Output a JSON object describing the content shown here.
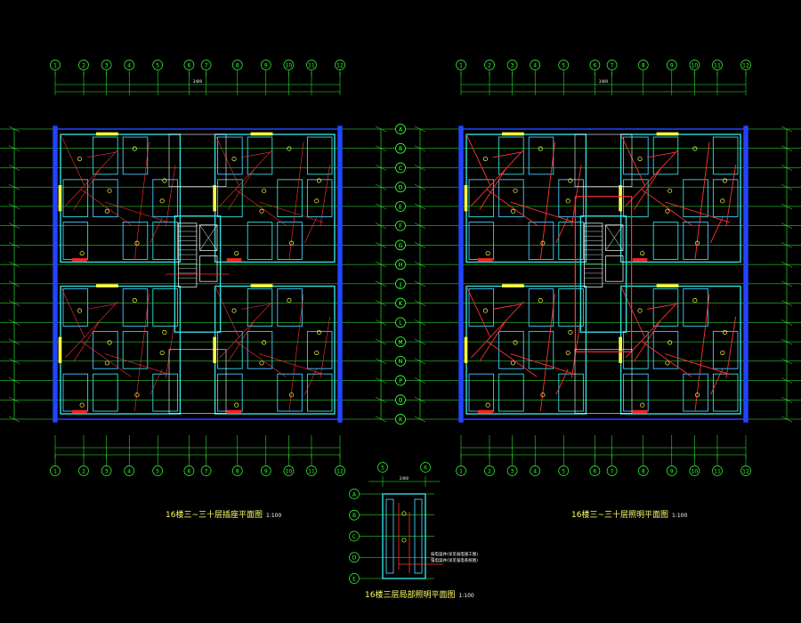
{
  "drawing": {
    "background": "#000000",
    "colors": {
      "grid": "#33ff33",
      "wall": "#33dddd",
      "wall_alt": "#44ccff",
      "circuit": "#ff3333",
      "fixture": "#ffff44",
      "text": "#ffffff",
      "border": "#2244ff"
    }
  },
  "plans": [
    {
      "caption": "16楼三~三十层插座平面图",
      "scale": "1:100",
      "dim_total": "3400",
      "axis_top": [
        "1",
        "2",
        "3",
        "4",
        "5",
        "6",
        "7",
        "8",
        "9",
        "10",
        "11",
        "12"
      ],
      "axis_side": [
        "A",
        "B",
        "C",
        "D",
        "E",
        "F",
        "G",
        "H",
        "J",
        "K",
        "L",
        "M",
        "N",
        "P",
        "Q",
        "R"
      ]
    },
    {
      "caption": "16楼三~三十层照明平面图",
      "scale": "1:100",
      "dim_total": "3400",
      "axis_top": [
        "1",
        "2",
        "3",
        "4",
        "5",
        "6",
        "7",
        "8",
        "9",
        "10",
        "11",
        "12"
      ],
      "axis_side": [
        "A",
        "B",
        "C",
        "D",
        "E",
        "F",
        "G",
        "H",
        "J",
        "K",
        "L",
        "M",
        "N",
        "P",
        "Q",
        "R"
      ]
    }
  ],
  "detail": {
    "caption": "16楼三层局部照明平面图",
    "scale": "1:100",
    "dim_total": "2400",
    "axis_side": [
      "A",
      "B",
      "C",
      "D",
      "E"
    ],
    "notes": [
      "弱电竖井(详见弱电施工图)",
      "强电竖井(详见强电系统图)"
    ]
  }
}
